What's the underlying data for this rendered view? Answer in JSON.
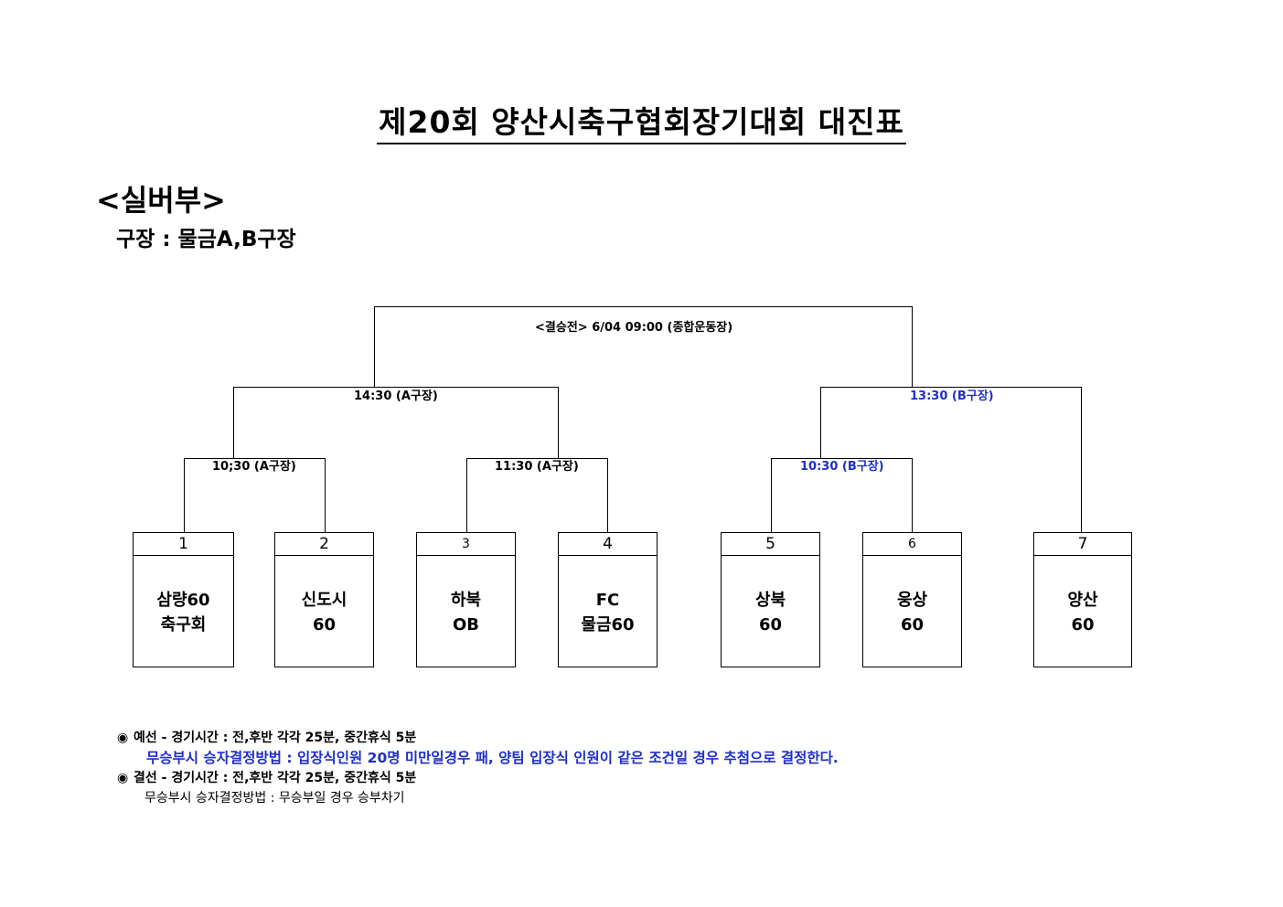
{
  "title": "제20회 양산시축구협회장기대회 대진표",
  "division": "<실버부>",
  "venue": "구장 : 물금A,B구장",
  "colors": {
    "blue_text": "#1f2fc8",
    "line": "#000000"
  },
  "bracket": {
    "final_label": "<결승전> 6/04 09:00 (종합운동장)",
    "semi_left_label": "14:30 (A구장)",
    "semi_right_label": "13:30 (B구장)",
    "q1_label": "10;30 (A구장)",
    "q2_label": "11:30 (A구장)",
    "q3_label": "10:30 (B구장)"
  },
  "teams": [
    {
      "number": "1",
      "line1": "삼량60",
      "line2": "축구회"
    },
    {
      "number": "2",
      "line1": "신도시",
      "line2": "60"
    },
    {
      "number": "3",
      "line1": "하북",
      "line2": "OB"
    },
    {
      "number": "4",
      "line1": "FC",
      "line2": "물금60"
    },
    {
      "number": "5",
      "line1": "상북",
      "line2": "60"
    },
    {
      "number": "6",
      "line1": "웅상",
      "line2": "60"
    },
    {
      "number": "7",
      "line1": "양산",
      "line2": "60"
    }
  ],
  "notes": {
    "marker": "◉",
    "prelim": "예선 - 경기시간 : 전,후반 각각 25분, 중간휴식 5분",
    "prelim_tiebreak": "무승부시 승자결정방법 : 입장식인원 20명 미만일경우 패, 양팀 입장식 인원이 같은 조건일 경우 추첨으로 결정한다.",
    "final": "결선 - 경기시간 : 전,후반 각각 25분, 중간휴식 5분",
    "final_tiebreak": "무승부시 승자결정방법 : 무승부일 경우 승부차기"
  }
}
